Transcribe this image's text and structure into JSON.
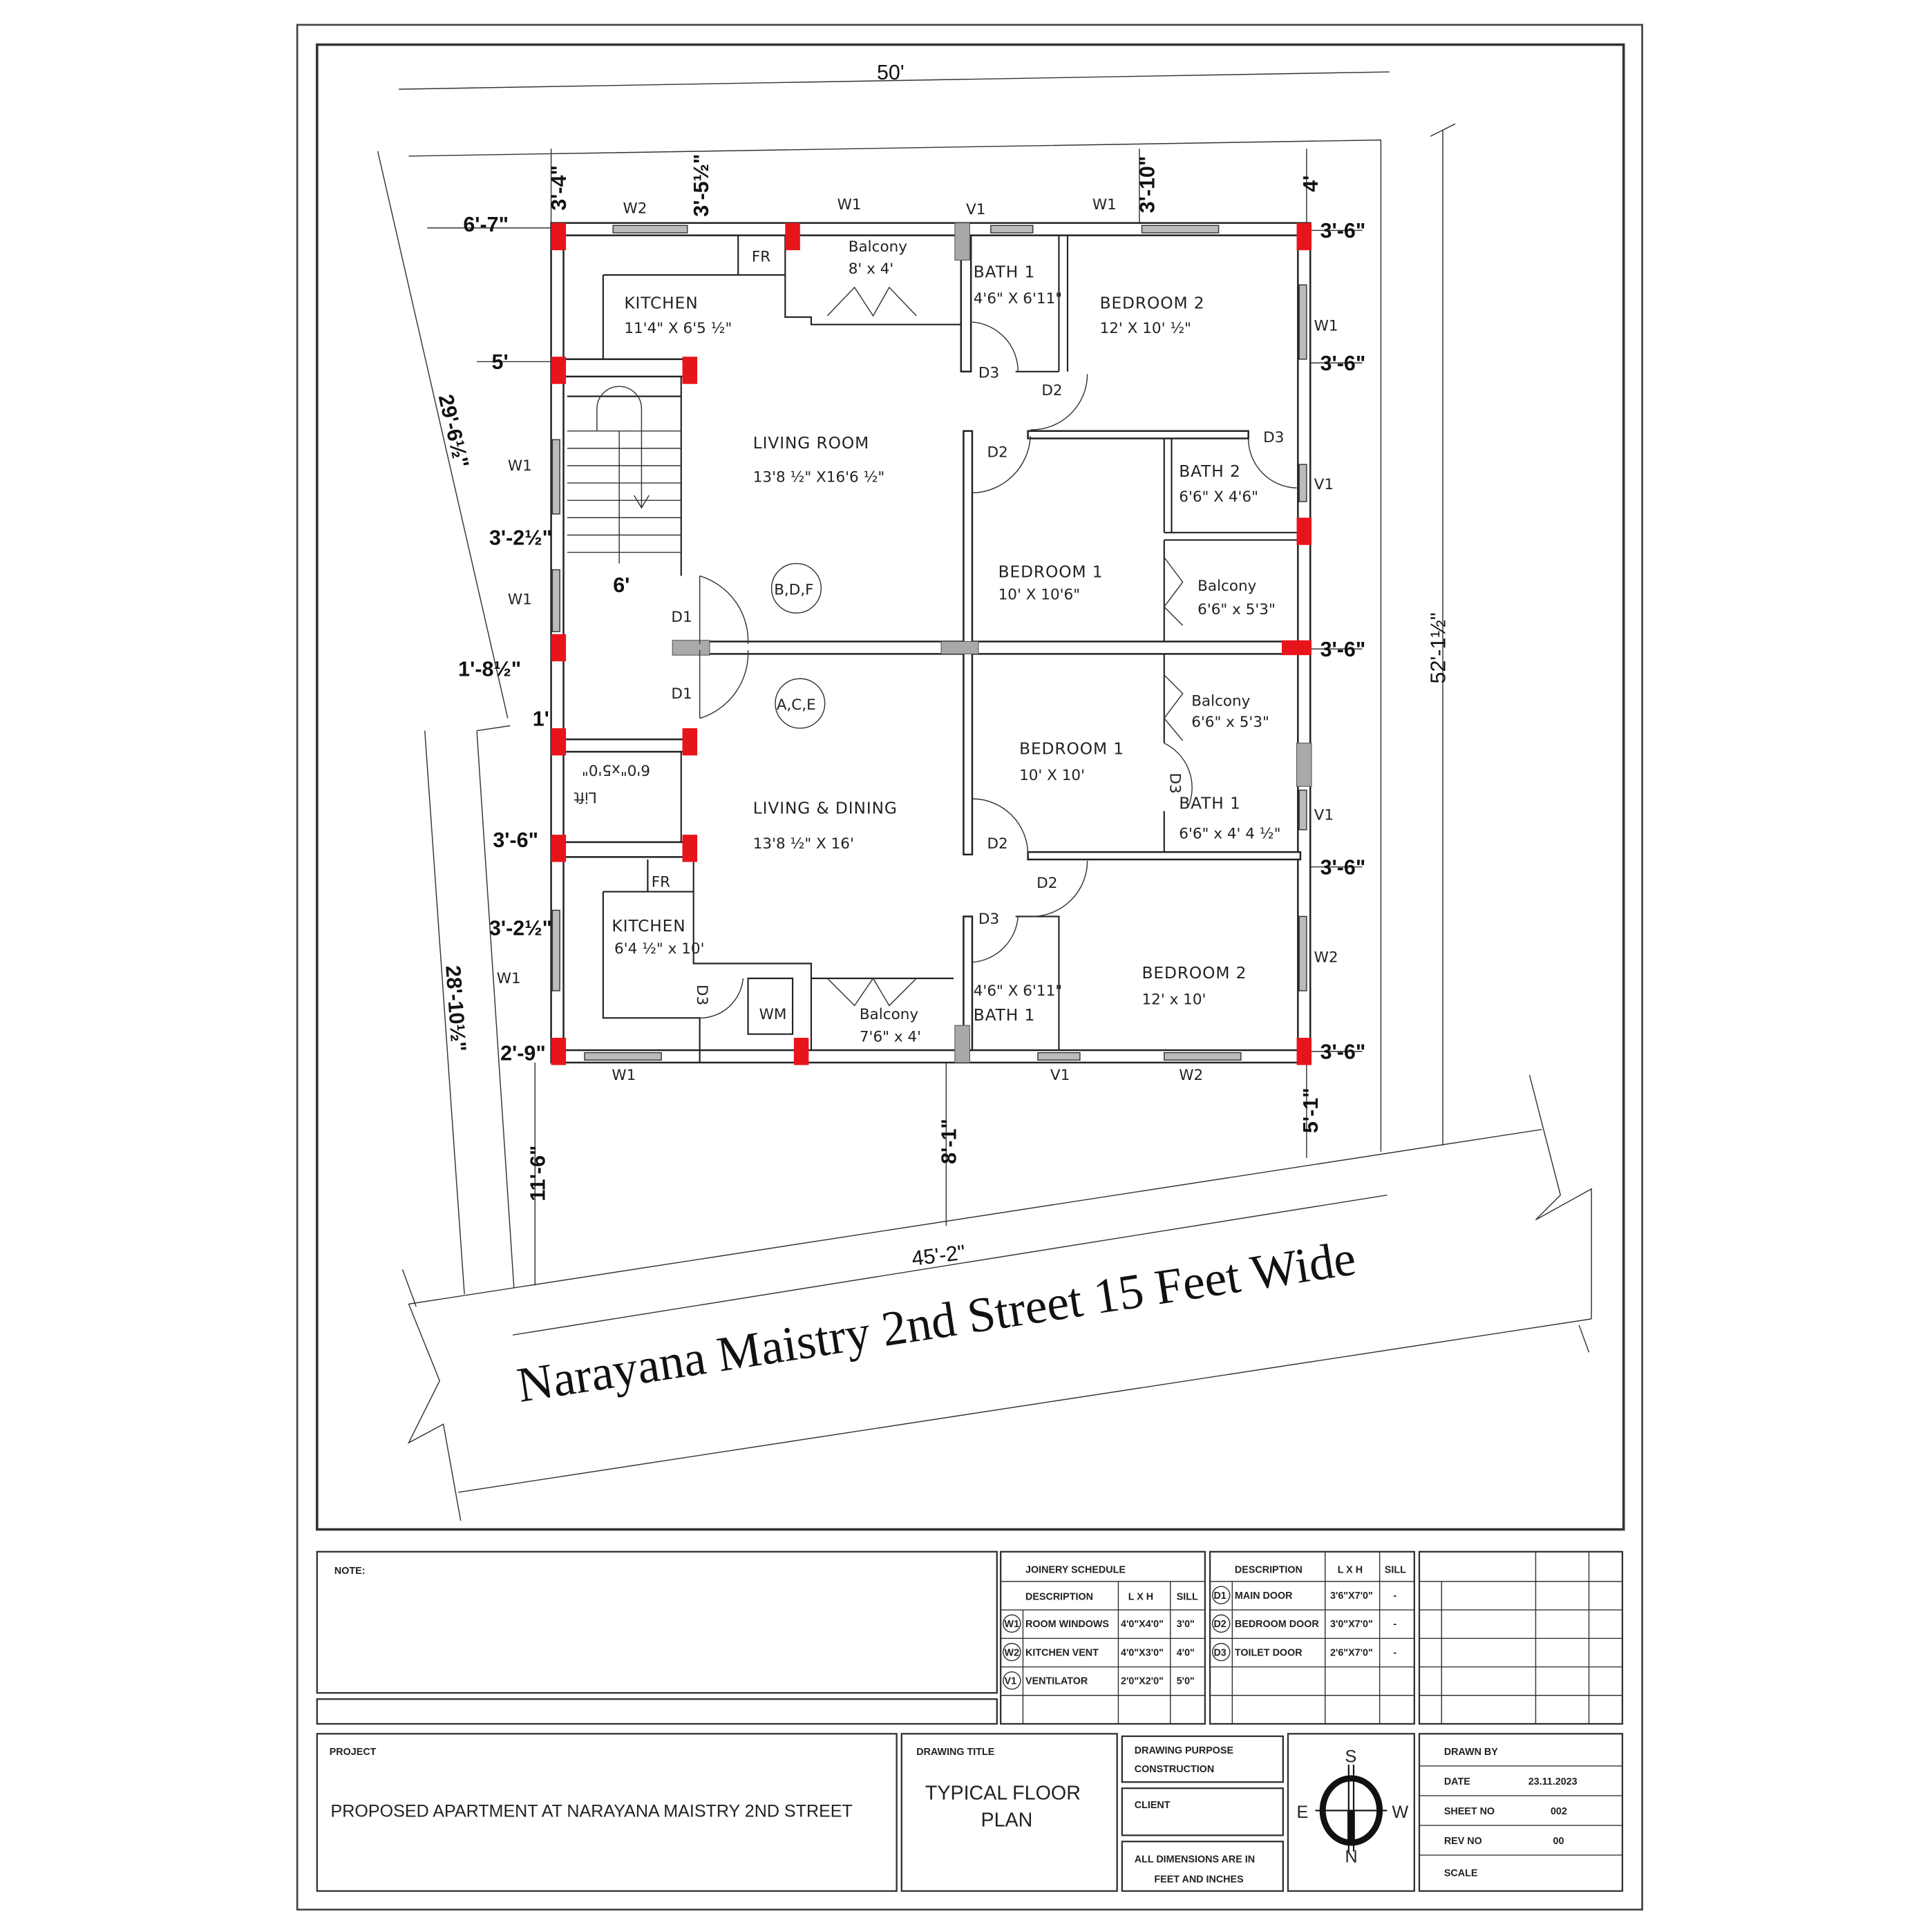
{
  "street_name": "Narayana Maistry 2nd Street 15 Feet Wide",
  "dimensions": {
    "top_width": "50'",
    "right_height": "52'-1½\"",
    "bottom_front": "45'-2\"",
    "left_upper": "29'-6½\"",
    "left_lower": "28'-10½\"",
    "top_offsets": [
      "3'-4\"",
      "3'-5½\"",
      "3'-10\"",
      "4'"
    ],
    "left_offsets": [
      "6'-7\"",
      "5'",
      "3'-2½\"",
      "6'",
      "1'-8½\"",
      "1'",
      "3'-6\"",
      "3'-2½\"",
      "2'-9\""
    ],
    "right_offsets": [
      "3'-6\"",
      "3'-6\"",
      "3'-6\"",
      "3'-6\"",
      "3'-6\""
    ],
    "setbacks": [
      "11'-6\"",
      "8'-1\"",
      "5'-1\""
    ]
  },
  "rooms": [
    {
      "name": "KITCHEN",
      "size": "11'4\" X 6'5 ½\""
    },
    {
      "name": "Balcony",
      "size": "8' x 4'"
    },
    {
      "name": "BATH 1",
      "size": "4'6\" X 6'11\""
    },
    {
      "name": "BEDROOM 2",
      "size": "12' X 10' ½\""
    },
    {
      "name": "LIVING ROOM",
      "size": "13'8 ½\" X16'6 ½\""
    },
    {
      "name": "BATH 2",
      "size": "6'6\" X 4'6\""
    },
    {
      "name": "BEDROOM 1",
      "size": "10' X 10'6\""
    },
    {
      "name": "Balcony",
      "size": "6'6\" x 5'3\""
    },
    {
      "name": "Balcony",
      "size": "6'6\" x 5'3\""
    },
    {
      "name": "BEDROOM 1",
      "size": "10' X 10'"
    },
    {
      "name": "BATH 1",
      "size": "6'6\" x 4' 4 ½\""
    },
    {
      "name": "LIVING & DINING",
      "size": "13'8 ½\" X 16'"
    },
    {
      "name": "KITCHEN",
      "size": "6'4 ½\" x 10'"
    },
    {
      "name": "BATH 1",
      "size": "4'6\" X 6'11\""
    },
    {
      "name": "Balcony",
      "size": "7'6\" x 4'"
    },
    {
      "name": "BEDROOM 2",
      "size": "12' x 10'"
    }
  ],
  "fixtures": {
    "fridge": "FR",
    "washing_machine": "WM",
    "lift": "Lift",
    "lift_size": "6'0\"x5'0\"",
    "flats_upper": "B,D,F",
    "flats_lower": "A,C,E"
  },
  "openings": {
    "w1": "W1",
    "w2": "W2",
    "v1": "V1",
    "d1": "D1",
    "d2": "D2",
    "d3": "D3"
  },
  "title_block": {
    "note_label": "NOTE:",
    "joinery_title": "JOINERY SCHEDULE",
    "headers": {
      "description": "DESCRIPTION",
      "lxh": "L X H",
      "sill": "SILL"
    },
    "windows": [
      {
        "tag": "W1",
        "description": "ROOM WINDOWS",
        "lxh": "4'0\"X4'0\"",
        "sill": "3'0\""
      },
      {
        "tag": "W2",
        "description": "KITCHEN VENT",
        "lxh": "4'0\"X3'0\"",
        "sill": "4'0\""
      },
      {
        "tag": "V1",
        "description": "VENTILATOR",
        "lxh": "2'0\"X2'0\"",
        "sill": "5'0\""
      }
    ],
    "doors": [
      {
        "tag": "D1",
        "description": "MAIN DOOR",
        "lxh": "3'6\"X7'0\"",
        "sill": "-"
      },
      {
        "tag": "D2",
        "description": "BEDROOM DOOR",
        "lxh": "3'0\"X7'0\"",
        "sill": "-"
      },
      {
        "tag": "D3",
        "description": "TOILET DOOR",
        "lxh": "2'6\"X7'0\"",
        "sill": "-"
      }
    ],
    "project_label": "PROJECT",
    "project": "PROPOSED APARTMENT AT NARAYANA MAISTRY 2ND STREET",
    "drawing_title_label": "DRAWING TITLE",
    "drawing_title_1": "TYPICAL FLOOR",
    "drawing_title_2": "PLAN",
    "purpose_label": "DRAWING PURPOSE",
    "purpose": "CONSTRUCTION",
    "client_label": "CLIENT",
    "units_1": "ALL DIMENSIONS ARE IN",
    "units_2": "FEET AND INCHES",
    "compass": {
      "n": "N",
      "s": "S",
      "e": "E",
      "w": "W"
    },
    "drawn_by_label": "DRAWN BY",
    "date_label": "DATE",
    "date": "23.11.2023",
    "sheet_label": "SHEET NO",
    "sheet": "002",
    "rev_label": "REV NO",
    "rev": "00",
    "scale_label": "SCALE"
  }
}
